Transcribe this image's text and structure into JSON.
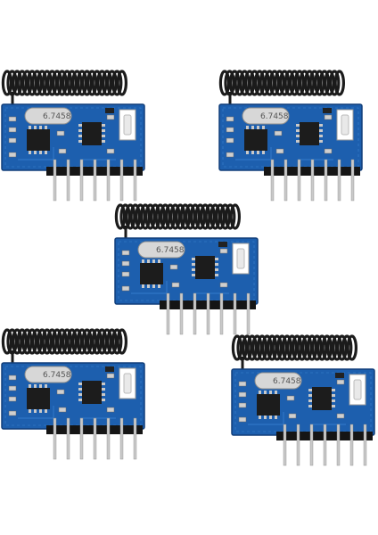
{
  "image": {
    "modules": [
      {
        "id": "top-left",
        "crystal_text": "6.7458"
      },
      {
        "id": "top-right",
        "crystal_text": "6.7458"
      },
      {
        "id": "center",
        "crystal_text": "6.7458"
      },
      {
        "id": "bottom-left",
        "crystal_text": "6.7458"
      },
      {
        "id": "bottom-right",
        "crystal_text": "6.7458"
      }
    ],
    "colors": {
      "pcb": "#1d5fae",
      "pcb_edge": "#123f7a",
      "antenna": "#1b1b1b",
      "pin": "#c9c9c9",
      "chip": "#1c1c1c",
      "crystal": "#d7d7d7",
      "button": "#e9e9e9"
    }
  }
}
